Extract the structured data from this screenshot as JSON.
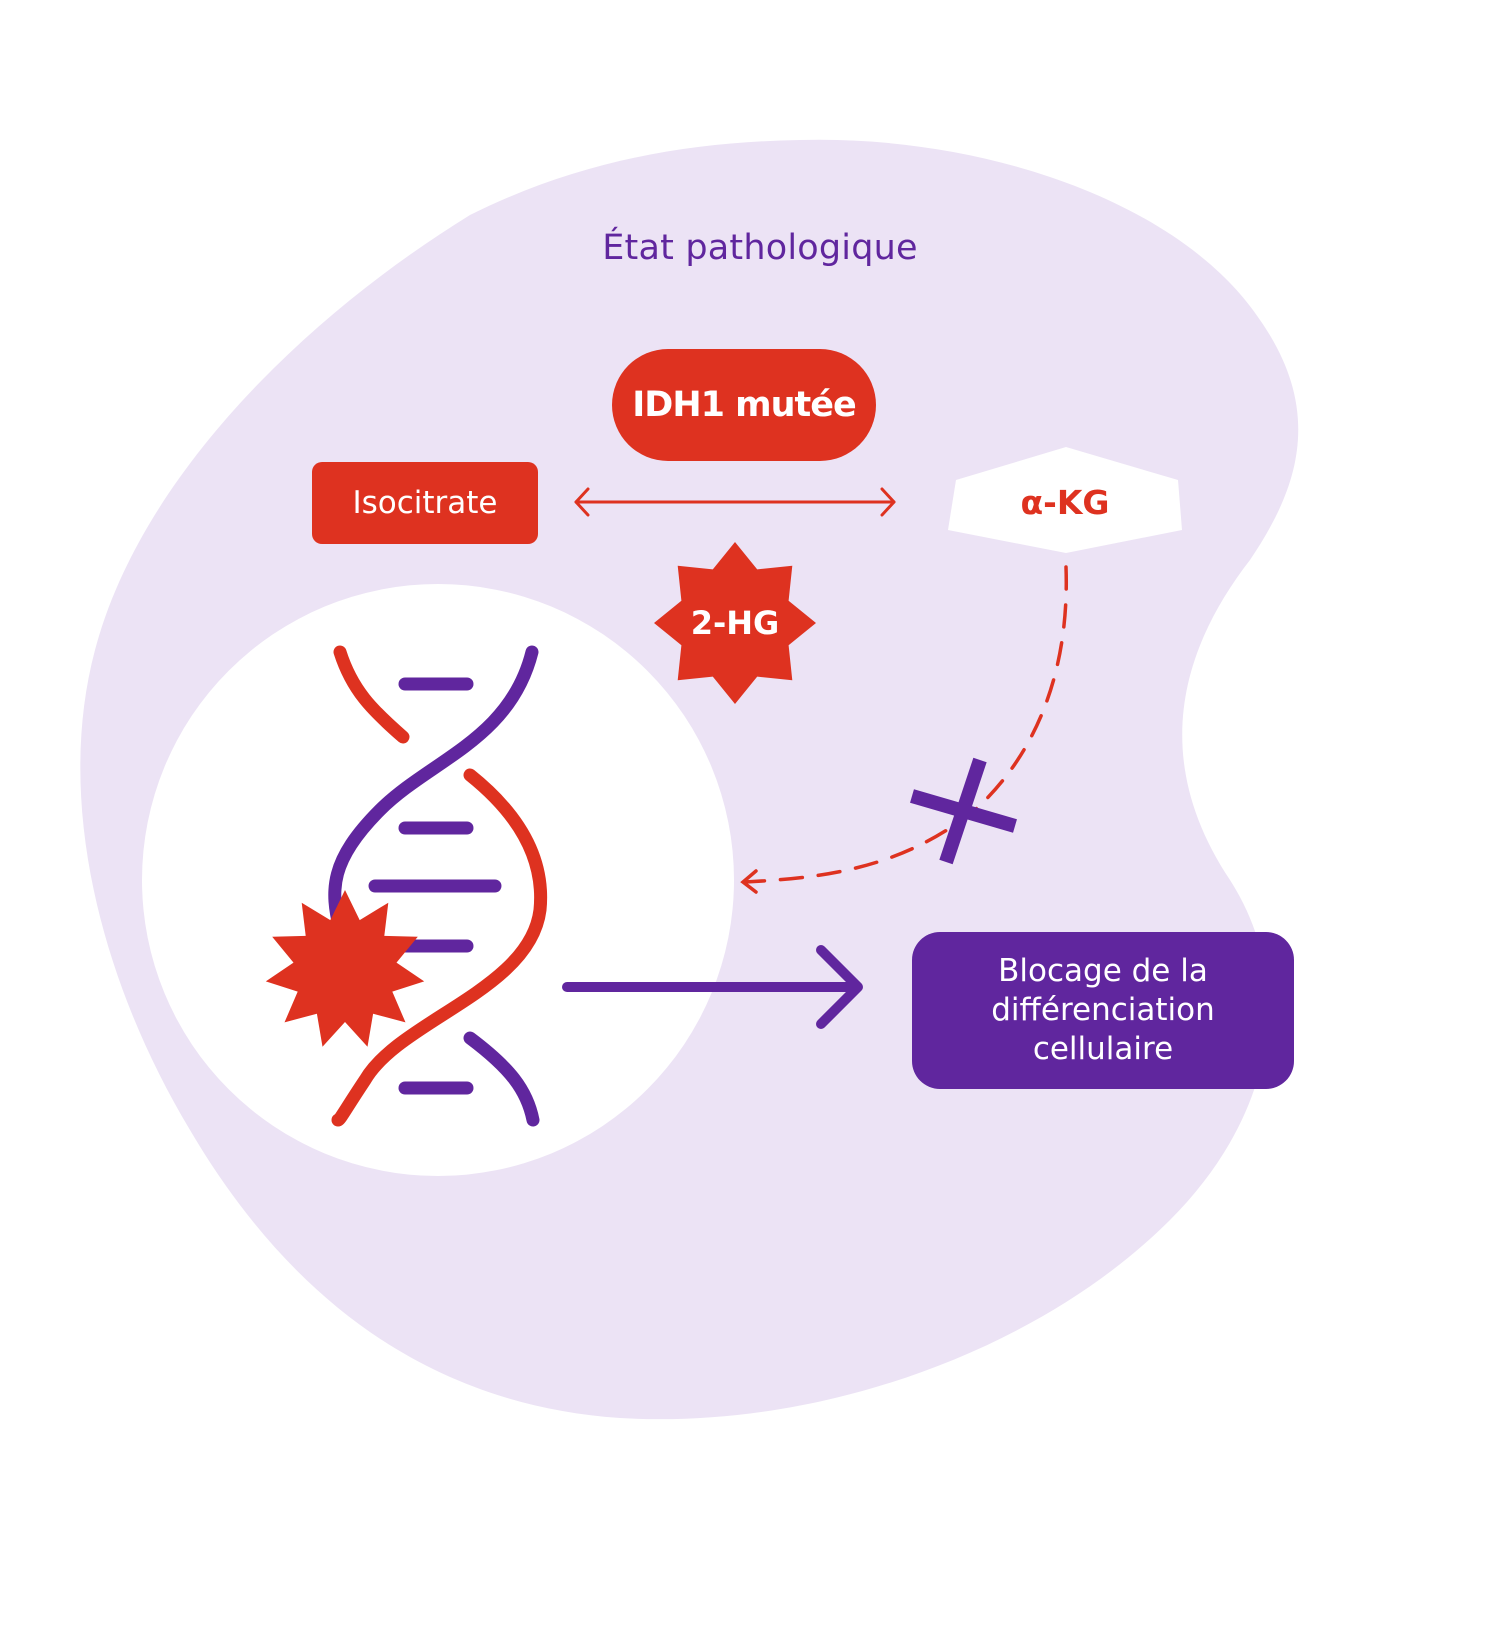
{
  "diagram": {
    "title": "État pathologique",
    "enzyme": "IDH1 mutée",
    "substrate": "Isocitrate",
    "product": "α-KG",
    "oncometabolite": "2-HG",
    "outcome_lines": [
      "Blocage de la",
      "différenciation",
      "cellulaire"
    ],
    "reaction": "reversible",
    "product_to_dna_path": "blocked",
    "dna_mutation_marker": "star-burst"
  },
  "colors": {
    "background_blob": "#ECE3F5",
    "red": "#DE3220",
    "purple": "#60269E",
    "white": "#FFFFFF"
  }
}
